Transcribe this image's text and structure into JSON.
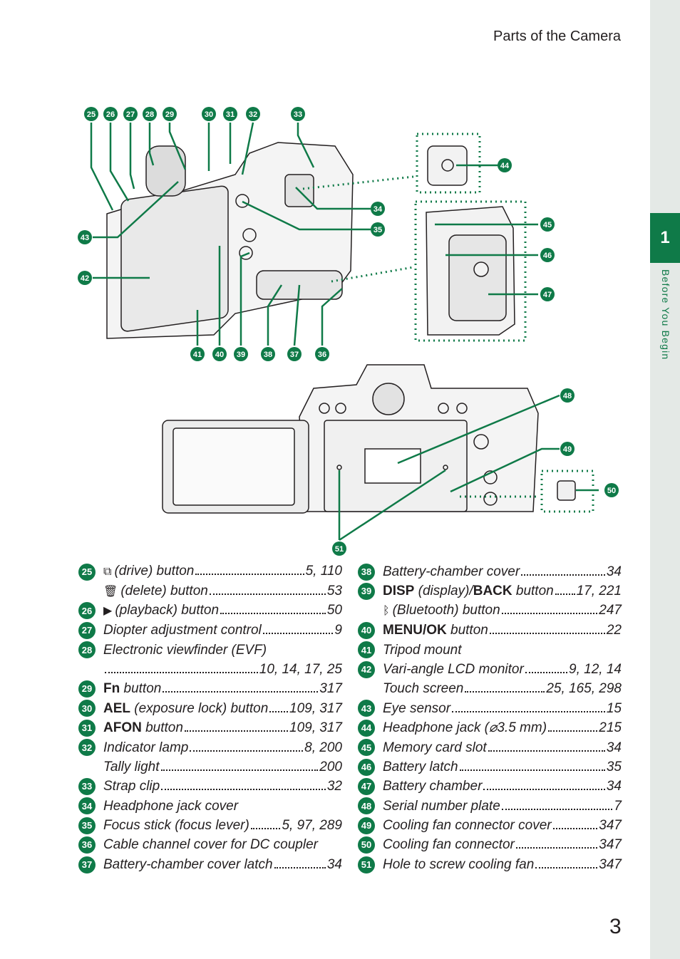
{
  "header": {
    "section_title": "Parts of the Camera"
  },
  "sidebar": {
    "chapter_number": "1",
    "chapter_title": "Before You Begin"
  },
  "page_number": "3",
  "colors": {
    "accent": "#0f7a48",
    "sidebar_bg": "#e4e9e6"
  },
  "callouts": {
    "top_row": [
      "25",
      "26",
      "27",
      "28",
      "29",
      "30",
      "31",
      "32",
      "33"
    ],
    "right_inset": [
      "44",
      "45",
      "46",
      "47"
    ],
    "bottom_row": [
      "41",
      "40",
      "39",
      "38",
      "37",
      "36"
    ],
    "left": [
      "43",
      "42"
    ],
    "body": [
      "34",
      "35"
    ],
    "figure2": [
      "48",
      "49",
      "50",
      "51"
    ]
  },
  "left_column": [
    {
      "num": "25",
      "icon": "drive-icon",
      "glyph": "⧉",
      "label": "(drive) button",
      "pages": "5, 110"
    },
    {
      "num": "",
      "icon": "trash-icon",
      "glyph": "🗑",
      "label": "(delete) button",
      "pages": "53"
    },
    {
      "num": "26",
      "icon": "play-icon",
      "glyph": "▶",
      "label": "(playback) button",
      "pages": "50"
    },
    {
      "num": "27",
      "label": "Diopter adjustment control",
      "pages": "9"
    },
    {
      "num": "28",
      "label": "Electronic viewfinder (EVF)",
      "pages": ""
    },
    {
      "num": "",
      "label": "",
      "pages": "10, 14, 17, 25"
    },
    {
      "num": "29",
      "bold": "Fn",
      "label": " button",
      "pages": "317"
    },
    {
      "num": "30",
      "bold": "AEL",
      "label": " (exposure lock) button",
      "pages": "109, 317"
    },
    {
      "num": "31",
      "bold": "AFON",
      "label": " button",
      "pages": "109, 317"
    },
    {
      "num": "32",
      "label": "Indicator lamp",
      "pages": "8, 200"
    },
    {
      "num": "",
      "label": "Tally light",
      "pages": "200"
    },
    {
      "num": "33",
      "label": "Strap clip",
      "pages": "32"
    },
    {
      "num": "34",
      "label": "Headphone jack cover",
      "pages": ""
    },
    {
      "num": "35",
      "label": "Focus stick (focus lever)",
      "pages": "5, 97, 289"
    },
    {
      "num": "36",
      "label": "Cable channel cover for DC coupler",
      "pages": ""
    },
    {
      "num": "37",
      "label": "Battery-chamber cover latch",
      "pages": "34"
    }
  ],
  "right_column": [
    {
      "num": "38",
      "label": "Battery-chamber cover",
      "pages": "34"
    },
    {
      "num": "39",
      "bold": "DISP",
      "label": " (display)/",
      "bold2": "BACK",
      "label2": " button",
      "pages": "17, 221"
    },
    {
      "num": "",
      "icon": "bluetooth-icon",
      "glyph": "ᛒ",
      "label": "(Bluetooth) button",
      "pages": "247"
    },
    {
      "num": "40",
      "bold": "MENU/OK",
      "label": " button",
      "pages": "22"
    },
    {
      "num": "41",
      "label": "Tripod mount",
      "pages": ""
    },
    {
      "num": "42",
      "label": "Vari-angle LCD monitor",
      "pages": "9, 12, 14"
    },
    {
      "num": "",
      "label": "Touch screen",
      "pages": "25, 165, 298"
    },
    {
      "num": "43",
      "label": "Eye sensor",
      "pages": "15"
    },
    {
      "num": "44",
      "label": "Headphone jack (⌀3.5 mm)",
      "pages": "215"
    },
    {
      "num": "45",
      "label": "Memory card slot",
      "pages": "34"
    },
    {
      "num": "46",
      "label": "Battery latch",
      "pages": "35"
    },
    {
      "num": "47",
      "label": "Battery chamber",
      "pages": "34"
    },
    {
      "num": "48",
      "label": "Serial number plate",
      "pages": "7"
    },
    {
      "num": "49",
      "label": "Cooling fan connector cover",
      "pages": "347"
    },
    {
      "num": "50",
      "label": "Cooling fan connector",
      "pages": "347"
    },
    {
      "num": "51",
      "label": "Hole to screw cooling fan",
      "pages": "347"
    }
  ]
}
